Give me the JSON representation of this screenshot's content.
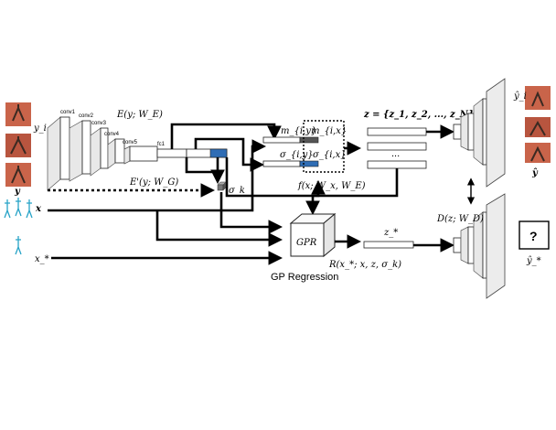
{
  "colors": {
    "line": "#000000",
    "layer_face": "#f2f2f2",
    "layer_side": "#cfcfcf",
    "sigma_blue": "#2f6db5",
    "m_gray": "#555555",
    "photo_bg": "#c9644a"
  },
  "encoder": {
    "layers": [
      "conv1",
      "conv2",
      "conv3",
      "conv4",
      "conv5",
      "fc1"
    ],
    "function": "E(y; W_E)",
    "shape_function": "E'(y; W_G)",
    "input_single": "y_i",
    "input_set": "y"
  },
  "latent": {
    "m_i_y": "m_{i,y}",
    "sigma_i_y": "σ_{i,y}",
    "m_i_x": "m_{i,x}",
    "sigma_i_x": "σ_{i,x}",
    "sigma_k": "σ_k",
    "f": "f(x; W_x, W_E)",
    "z_set": "z = {z_1, z_2, ..., z_N}",
    "ellipsis": "...",
    "z_star": "z_*"
  },
  "inputs": {
    "x": "x",
    "x_star": "x_*"
  },
  "gp": {
    "box_label": "GPR",
    "caption": "GP Regression",
    "function": "R(x_*; x, z, σ_k)"
  },
  "decoder": {
    "function": "D(z; W_D)",
    "out_single": "ŷ_i",
    "out_set": "ŷ",
    "out_star": "ŷ_*",
    "unknown": "?"
  }
}
